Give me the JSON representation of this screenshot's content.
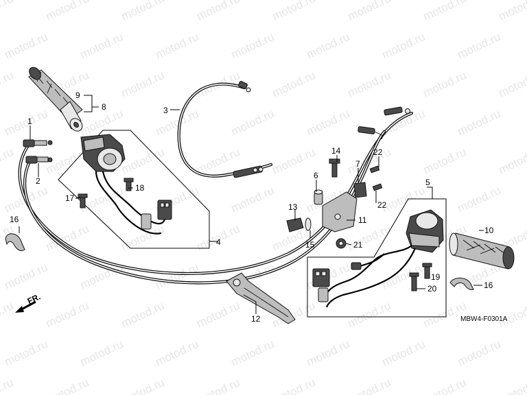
{
  "diagram": {
    "watermark_text": "motod.ru",
    "drawing_code": "MBW4-F0301A",
    "direction_label": "FR.",
    "callouts": {
      "c1": "1",
      "c2": "2",
      "c3": "3",
      "c4": "4",
      "c5": "5",
      "c6": "6",
      "c7": "7",
      "c8": "8",
      "c9": "9",
      "c10": "10",
      "c11": "11",
      "c12": "12",
      "c13": "13",
      "c14": "14",
      "c15": "15",
      "c16a": "16",
      "c16b": "16",
      "c17": "17",
      "c18": "18",
      "c19": "19",
      "c20": "20",
      "c21": "21",
      "c22a": "22",
      "c22b": "22"
    }
  }
}
